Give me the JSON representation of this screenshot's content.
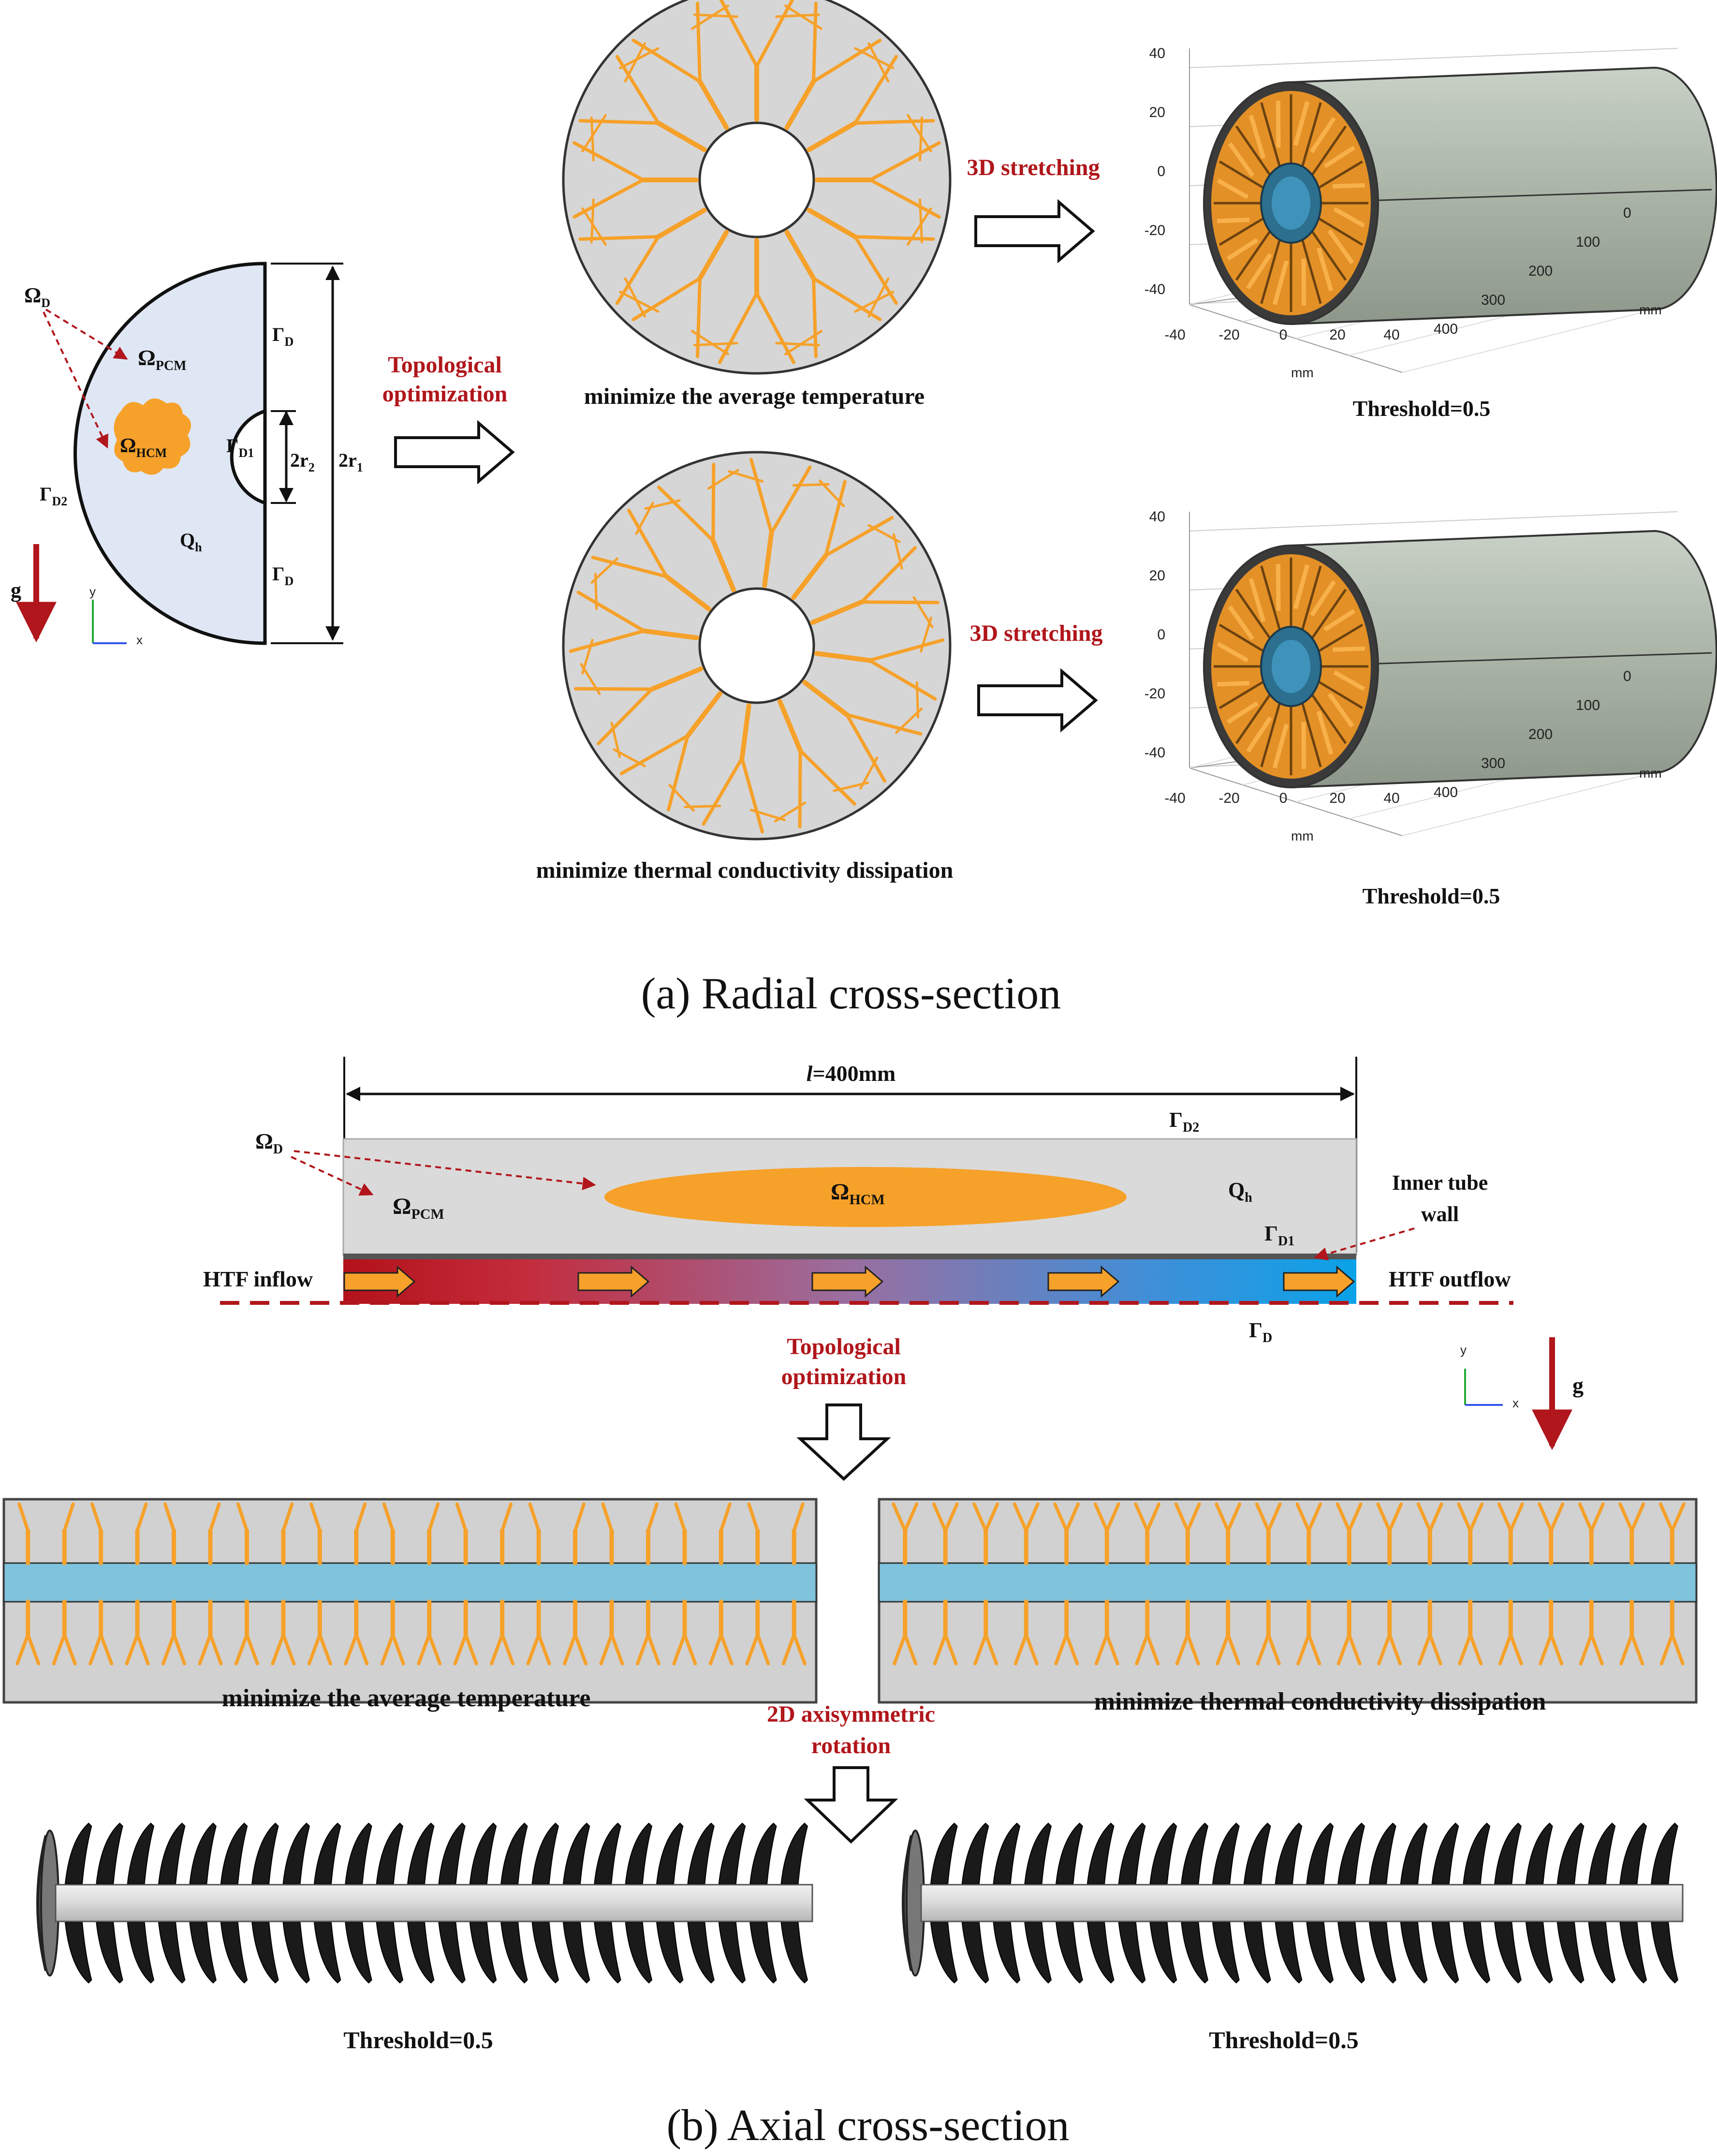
{
  "panel_a": {
    "caption": "(a) Radial cross-section",
    "domain": {
      "omega_d": "Ω",
      "omega_d_sub": "D",
      "omega_pcm": "Ω",
      "omega_pcm_sub": "PCM",
      "omega_hcm": "Ω",
      "omega_hcm_sub": "HCM",
      "gamma_d_top": "Γ",
      "gamma_d_top_sub": "D",
      "gamma_d_bottom": "Γ",
      "gamma_d_bottom_sub": "D",
      "gamma_d1": "Γ",
      "gamma_d1_sub": "D1",
      "gamma_d2": "Γ",
      "gamma_d2_sub": "D2",
      "q_h": "Q",
      "q_h_sub": "h",
      "r2": "2r",
      "r2_sub": "2",
      "r1": "2r",
      "r1_sub": "1",
      "gravity": "g",
      "axis_x": "x",
      "axis_y": "y"
    },
    "topo_label_1": "Topological",
    "topo_label_2": "optimization",
    "case_top_label": "minimize the average temperature",
    "case_bottom_label": "minimize thermal conductivity dissipation",
    "stretch_label": "3D stretching",
    "threshold": "Threshold=0.5",
    "plot_axis": {
      "v_ticks": [
        "40",
        "20",
        "0",
        "-20",
        "-40"
      ],
      "h_ticks": [
        "-40",
        "-20",
        "0",
        "20",
        "40"
      ],
      "depth_ticks": [
        "400",
        "300",
        "200",
        "100",
        "0"
      ],
      "unit": "mm"
    }
  },
  "panel_b": {
    "caption": "(b) Axial cross-section",
    "length_label_l": "l",
    "length_label_rest": "=400mm",
    "domain": {
      "omega_d": "Ω",
      "omega_d_sub": "D",
      "omega_pcm": "Ω",
      "omega_pcm_sub": "PCM",
      "omega_hcm": "Ω",
      "omega_hcm_sub": "HCM",
      "gamma_d2": "Γ",
      "gamma_d2_sub": "D2",
      "gamma_d1": "Γ",
      "gamma_d1_sub": "D1",
      "gamma_d": "Γ",
      "gamma_d_sub": "D",
      "q_h": "Q",
      "q_h_sub": "h",
      "inner_tube_1": "Inner tube",
      "inner_tube_2": "wall",
      "htf_inflow": "HTF inflow",
      "htf_outflow": "HTF outflow",
      "gravity": "g",
      "axis_x": "x",
      "axis_y": "y"
    },
    "topo_label_1": "Topological",
    "topo_label_2": "optimization",
    "case_left_label": "minimize the average temperature",
    "case_right_label": "minimize thermal conductivity dissipation",
    "rotation_label_1": "2D axisymmetric",
    "rotation_label_2": "rotation",
    "threshold": "Threshold=0.5"
  },
  "colors": {
    "accent_red": "#b0161b",
    "fin_orange": "#f6a12a",
    "pcm_grey": "#d6d6d6",
    "htf_blue": "#7fc3dd",
    "domain_fill": "#dfe7f5"
  }
}
